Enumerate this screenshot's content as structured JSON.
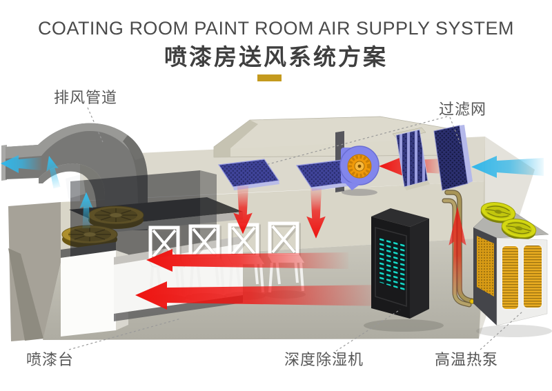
{
  "header": {
    "title_en": "COATING ROOM PAINT ROOM AIR SUPPLY SYSTEM",
    "title_zh": "喷漆房送风系统方案"
  },
  "labels": {
    "exhaust_duct": "排风管道",
    "filter_mesh": "过滤网",
    "paint_table": "喷漆台",
    "dehumidifier": "深度除湿机",
    "heat_pump": "高温热泵"
  },
  "colors": {
    "accent_gold": "#c49a1e",
    "title_text": "#4a4a4a",
    "label_text": "#565656",
    "supply_air_red": "#ee1310",
    "fresh_air_cyan": "#31b7ea",
    "filter_blue": "#3c4095",
    "blower_housing_blue": "#8286ec",
    "impeller_orange": "#ef9909",
    "booth_fan_gold": "#ad8f2c",
    "dehumidifier_vent_teal": "#16dcca",
    "heat_pump_coil_gold": "#d89b15",
    "heat_pump_fan_yellow": "#d4d812",
    "room_beige": "#d9d6c8"
  }
}
